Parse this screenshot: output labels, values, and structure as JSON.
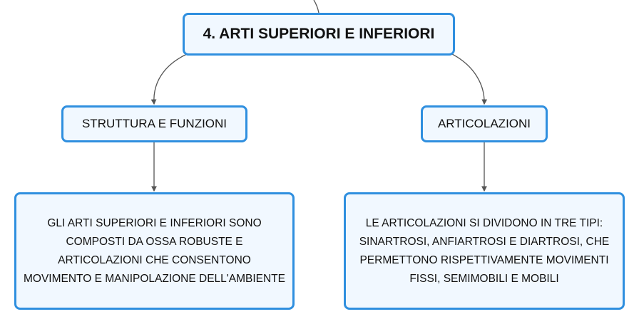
{
  "colors": {
    "node_border": "#2f8fdf",
    "node_fill": "#f1f8ff",
    "connector": "#555555"
  },
  "root": {
    "label": "4. ARTI SUPERIORI E INFERIORI"
  },
  "branches": [
    {
      "label": "STRUTTURA E FUNZIONI",
      "detail": "GLI ARTI SUPERIORI E INFERIORI SONO COMPOSTI DA OSSA ROBUSTE E ARTICOLAZIONI CHE CONSENTONO MOVIMENTO E MANIPOLAZIONE DELL'AMBIENTE"
    },
    {
      "label": "ARTICOLAZIONI",
      "detail": "LE ARTICOLAZIONI SI DIVIDONO IN TRE TIPI: SINARTROSI, ANFIARTROSI E DIARTROSI, CHE PERMETTONO RISPETTIVAMENTE MOVIMENTI FISSI, SEMIMOBILI E MOBILI"
    }
  ]
}
